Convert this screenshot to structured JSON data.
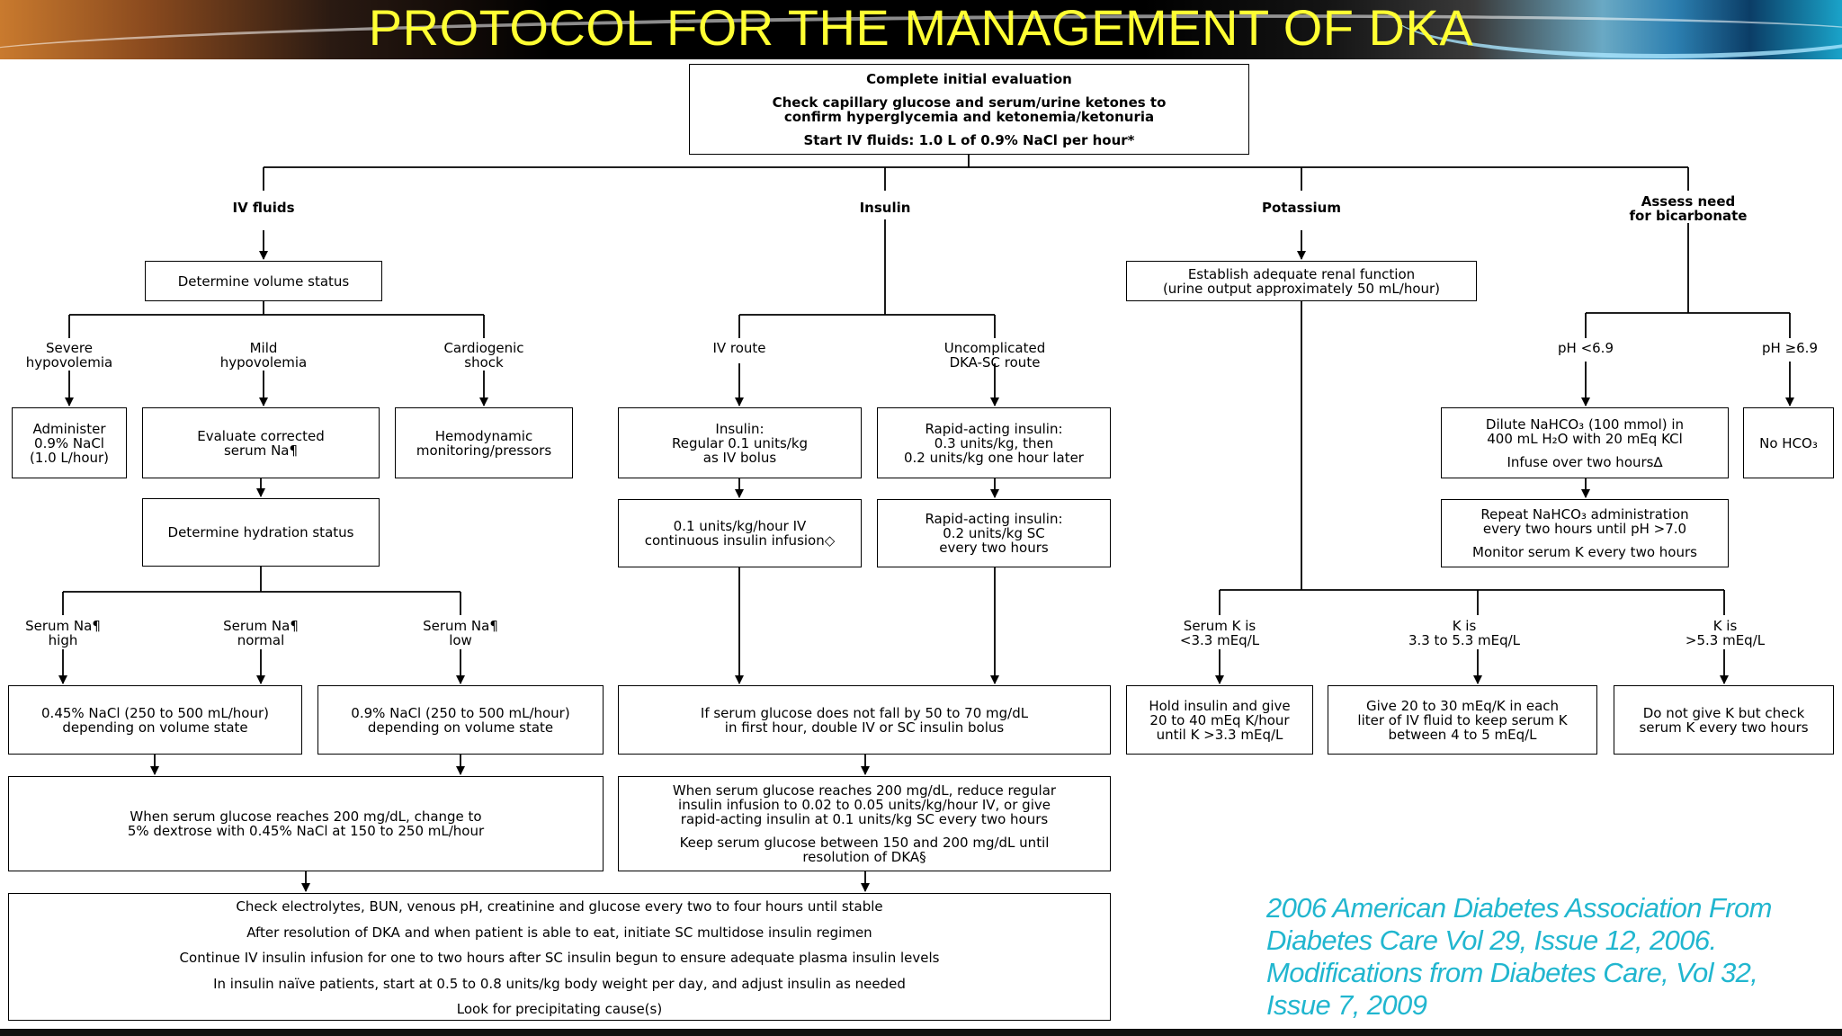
{
  "title": "PROTOCOL FOR THE MANAGEMENT OF DKA",
  "initial": {
    "heading": "Complete initial evaluation",
    "line1": "Check capillary glucose and serum/urine ketones to",
    "line2": "confirm hyperglycemia and ketonemia/ketonuria",
    "line3": "Start IV fluids: 1.0 L of 0.9% NaCl per hour*"
  },
  "branches": {
    "iv_fluids": "IV fluids",
    "insulin": "Insulin",
    "potassium": "Potassium",
    "bicarb1": "Assess need",
    "bicarb2": "for bicarbonate"
  },
  "fluids": {
    "volume_status": "Determine volume status",
    "severe1": "Severe",
    "severe2": "hypovolemia",
    "mild1": "Mild",
    "mild2": "hypovolemia",
    "cardio1": "Cardiogenic",
    "cardio2": "shock",
    "administer1": "Administer",
    "administer2": "0.9% NaCl",
    "administer3": "(1.0 L/hour)",
    "evaluate1": "Evaluate corrected",
    "evaluate2": "serum Na¶",
    "hemo1": "Hemodynamic",
    "hemo2": "monitoring/pressors",
    "hydration": "Determine hydration status",
    "na_high1": "Serum Na¶",
    "na_high2": "high",
    "na_normal1": "Serum Na¶",
    "na_normal2": "normal",
    "na_low1": "Serum Na¶",
    "na_low2": "low",
    "half_saline1": "0.45% NaCl (250 to 500 mL/hour)",
    "half_saline2": "depending on volume state",
    "normal_saline1": "0.9% NaCl (250 to 500 mL/hour)",
    "normal_saline2": "depending on volume state",
    "dextrose1": "When serum glucose reaches 200 mg/dL, change to",
    "dextrose2": "5% dextrose with 0.45% NaCl at 150 to 250 mL/hour"
  },
  "insulin": {
    "iv_route": "IV route",
    "sc_route1": "Uncomplicated",
    "sc_route2": "DKA-SC route",
    "iv_bolus1": "Insulin:",
    "iv_bolus2": "Regular 0.1 units/kg",
    "iv_bolus3": "as IV bolus",
    "sc_bolus1": "Rapid-acting insulin:",
    "sc_bolus2": "0.3 units/kg, then",
    "sc_bolus3": "0.2 units/kg one hour later",
    "iv_infusion1": "0.1 units/kg/hour IV",
    "iv_infusion2": "continuous insulin infusion◇",
    "sc_repeat1": "Rapid-acting insulin:",
    "sc_repeat2": "0.2 units/kg SC",
    "sc_repeat3": "every two hours",
    "double1": "If serum glucose does not fall by 50 to 70 mg/dL",
    "double2": "in first hour, double IV or SC insulin bolus",
    "reduce1": "When serum glucose reaches 200 mg/dL, reduce regular",
    "reduce2": "insulin infusion to 0.02 to 0.05 units/kg/hour IV, or give",
    "reduce3": "rapid-acting insulin at 0.1 units/kg SC every two hours",
    "reduce4": "Keep serum glucose between 150 and 200 mg/dL until",
    "reduce5": "resolution of DKA§"
  },
  "potassium": {
    "renal1": "Establish adequate renal function",
    "renal2": "(urine output approximately 50 mL/hour)",
    "k_low1": "Serum K is",
    "k_low2": "<3.3 mEq/L",
    "k_mid1": "K is",
    "k_mid2": "3.3 to 5.3 mEq/L",
    "k_high1": "K is",
    "k_high2": ">5.3 mEq/L",
    "hold1": "Hold insulin and give",
    "hold2": "20 to 40 mEq K/hour",
    "hold3": "until K >3.3 mEq/L",
    "give1": "Give 20 to 30 mEq/K in each",
    "give2": "liter of IV fluid to keep serum K",
    "give3": "between 4 to 5 mEq/L",
    "nogive1": "Do not give K but check",
    "nogive2": "serum K every two hours"
  },
  "bicarbonate": {
    "ph_low": "pH <6.9",
    "ph_high": "pH ≥6.9",
    "dilute1": "Dilute NaHCO₃ (100 mmol) in",
    "dilute2": "400 mL H₂O with 20 mEq KCl",
    "dilute3": "Infuse over two hours∆",
    "no_hco3": "No HCO₃",
    "repeat1": "Repeat NaHCO₃ administration",
    "repeat2": "every two hours until pH >7.0",
    "repeat3": "Monitor serum K every two hours"
  },
  "final": {
    "line1": "Check electrolytes, BUN, venous pH, creatinine and glucose every two to four hours until stable",
    "line2": "After resolution of DKA and when patient is able to eat, initiate SC multidose insulin regimen",
    "line3": "Continue IV insulin infusion for one to two hours after SC insulin begun to ensure adequate plasma insulin levels",
    "line4": "In insulin naïve patients, start at 0.5 to 0.8 units/kg body weight per day, and adjust insulin as needed",
    "line5": "Look for precipitating cause(s)"
  },
  "citation": {
    "line1": "2006 American Diabetes Association From",
    "line2": "Diabetes Care Vol 29, Issue 12, 2006.",
    "line3": "Modifications from Diabetes Care, Vol 32,",
    "line4": "Issue 7, 2009"
  },
  "colors": {
    "title": "#ffff33",
    "citation": "#21b6cf",
    "line": "#000000"
  }
}
